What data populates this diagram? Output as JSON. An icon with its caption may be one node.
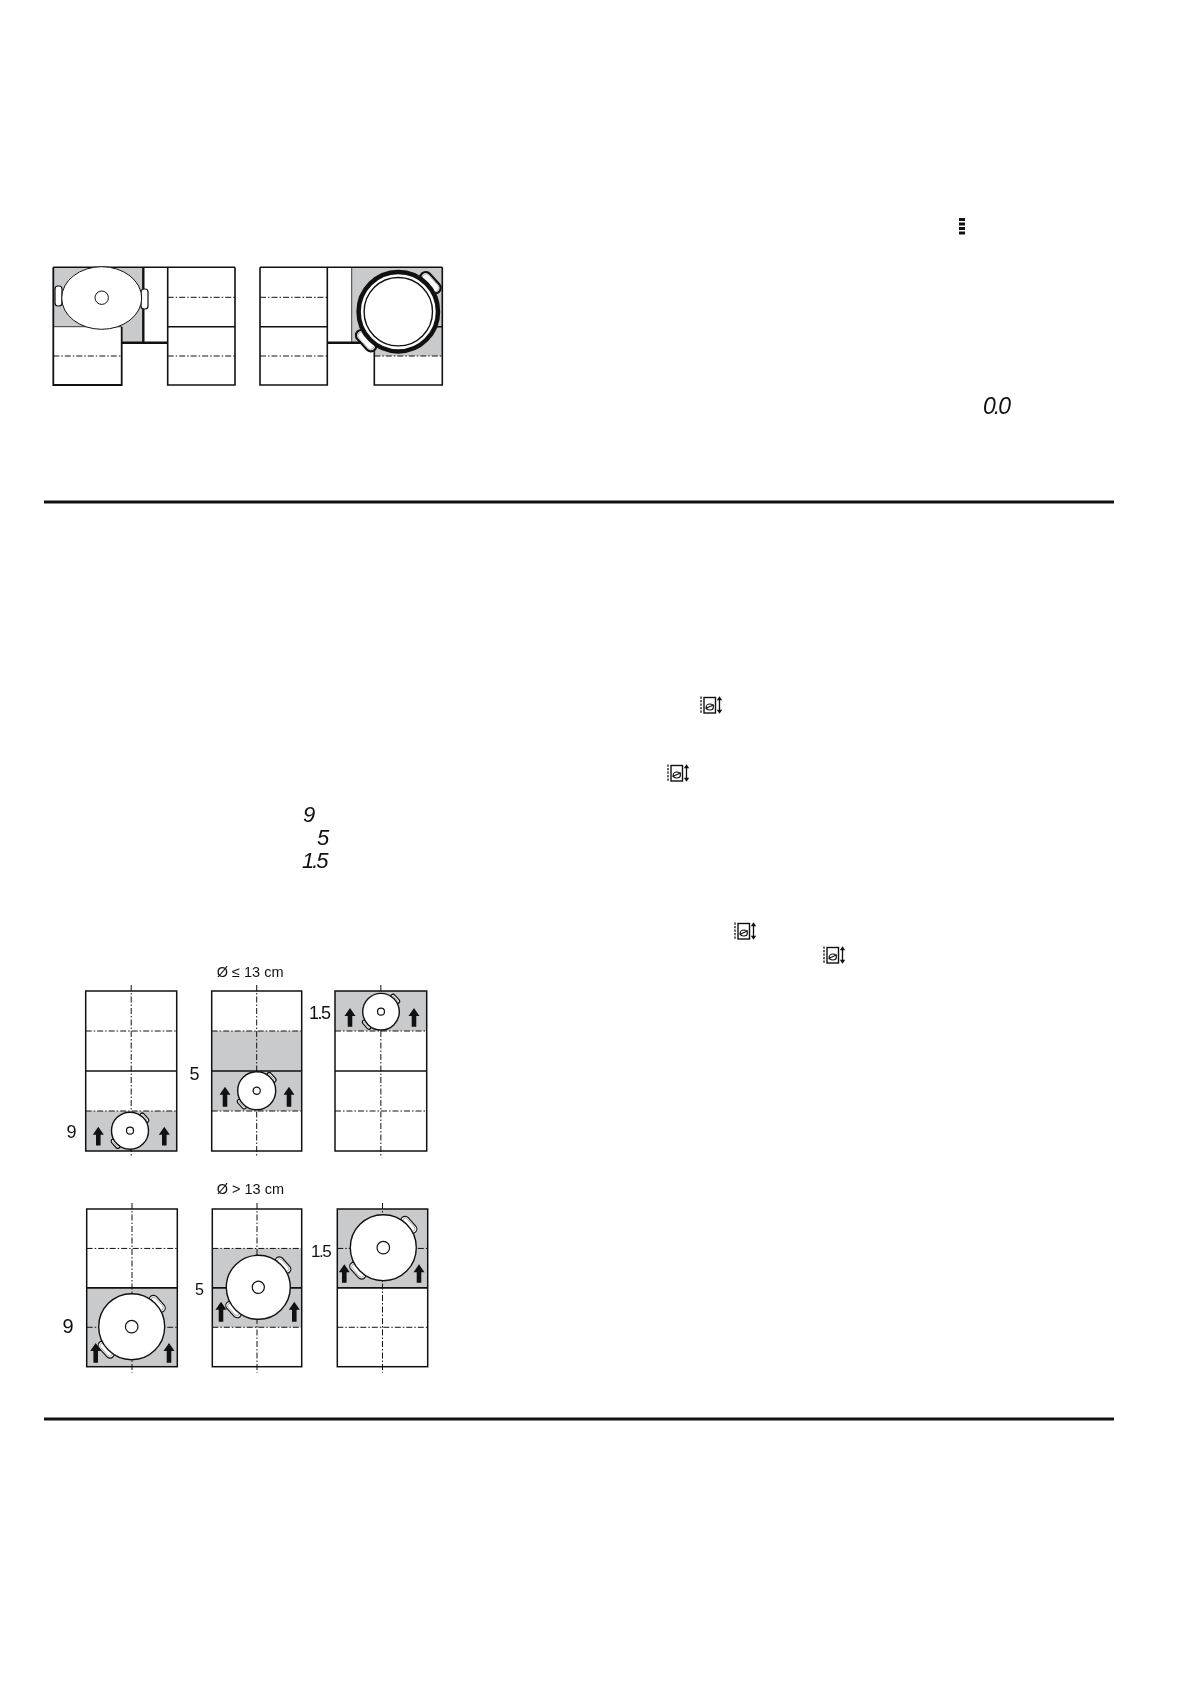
{
  "diagram": {
    "labels": [
      "0.0",
      "9",
      "5",
      "1.5",
      "Ø ≤ 13 cm",
      "9",
      "5",
      "1.5",
      "Ø > 13 cm",
      "9",
      "5",
      "1.5"
    ]
  }
}
